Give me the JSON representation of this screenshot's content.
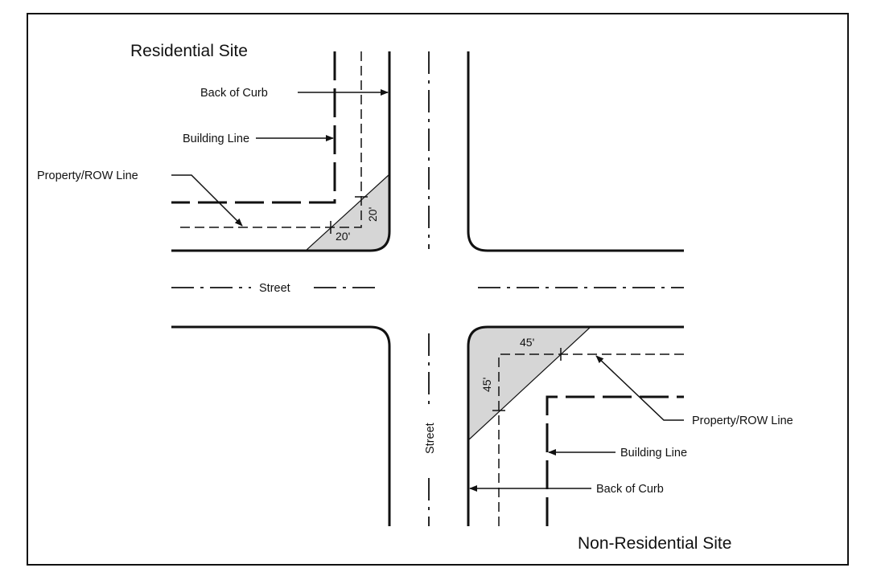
{
  "top_left": {
    "site_title": "Residential Site",
    "back_of_curb": "Back of Curb",
    "building_line": "Building Line",
    "property_row_line": "Property/ROW Line",
    "dim_vertical": "20'",
    "dim_horizontal": "20'"
  },
  "bottom_right": {
    "site_title": "Non-Residential Site",
    "back_of_curb": "Back of Curb",
    "building_line": "Building Line",
    "property_row_line": "Property/ROW Line",
    "dim_horizontal": "45'",
    "dim_vertical": "45'"
  },
  "streets": {
    "horizontal_label": "Street",
    "vertical_label": "Street"
  }
}
